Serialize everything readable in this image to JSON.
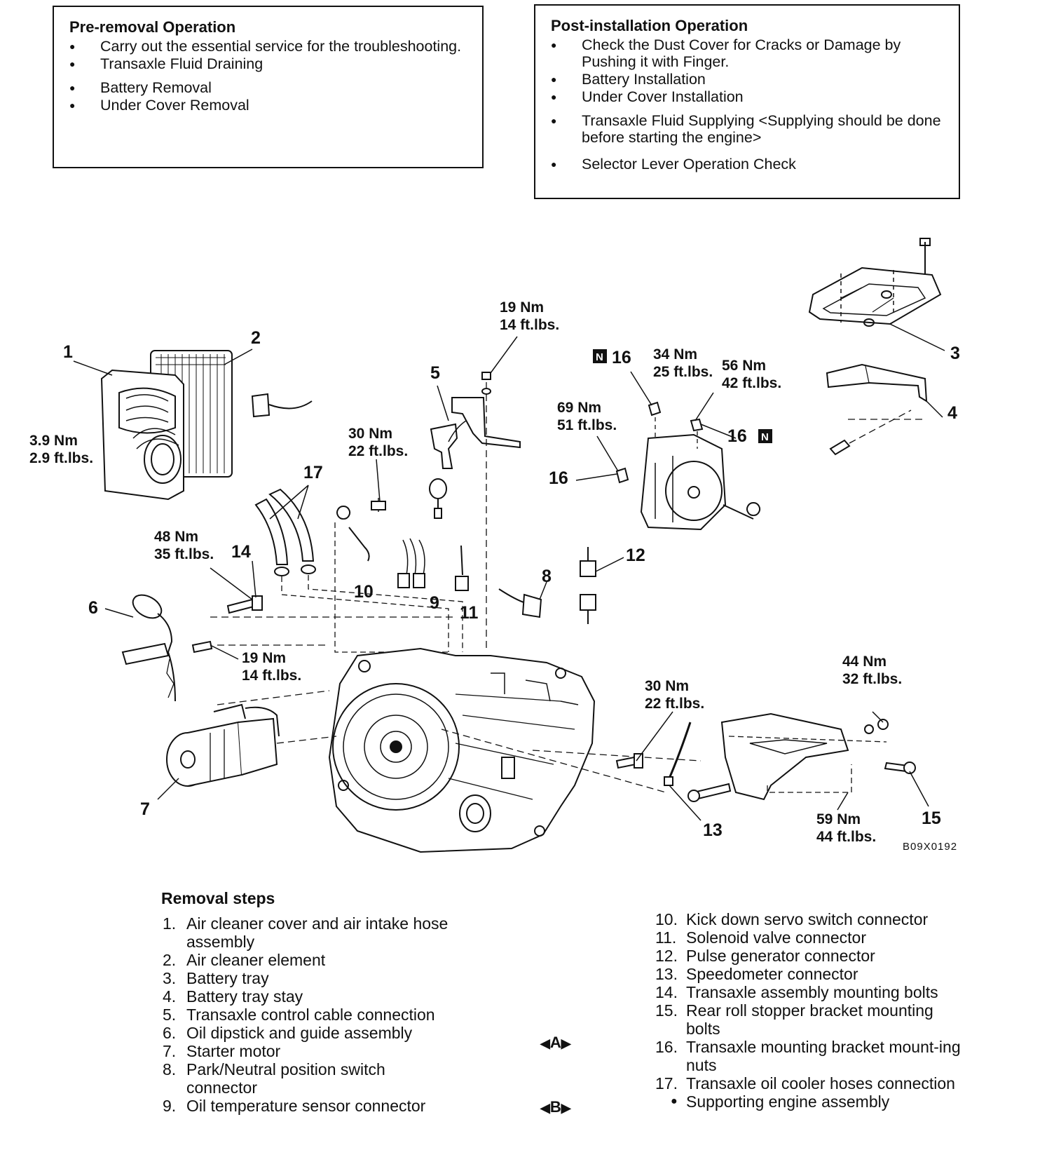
{
  "pre_removal": {
    "title": "Pre-removal Operation",
    "items": [
      "Carry out the essential service for the troubleshooting.",
      "Transaxle Fluid Draining",
      "Battery Removal",
      "Under Cover Removal"
    ]
  },
  "post_installation": {
    "title": "Post-installation Operation",
    "items": [
      "Check the Dust Cover for Cracks or Damage by Pushing it with Finger.",
      "Battery Installation",
      "Under Cover Installation",
      "Transaxle Fluid Supplying <Supplying should be done before starting the engine>",
      "Selector Lever Operation Check"
    ]
  },
  "diagram": {
    "code": "B09X0192",
    "torques": {
      "t1": [
        "3.9 Nm",
        "2.9 ft.lbs."
      ],
      "t5": [
        "19 Nm",
        "14 ft.lbs."
      ],
      "t_cable": [
        "30 Nm",
        "22 ft.lbs."
      ],
      "t16a": [
        "34 Nm",
        "25 ft.lbs."
      ],
      "t16b": [
        "56 Nm",
        "42 ft.lbs."
      ],
      "t16c": [
        "69 Nm",
        "51 ft.lbs."
      ],
      "t14": [
        "48 Nm",
        "35 ft.lbs."
      ],
      "t6": [
        "19 Nm",
        "14 ft.lbs."
      ],
      "t13": [
        "30 Nm",
        "22 ft.lbs."
      ],
      "t15a": [
        "44 Nm",
        "32 ft.lbs."
      ],
      "t15b": [
        "59 Nm",
        "44 ft.lbs."
      ]
    },
    "callouts": [
      "1",
      "2",
      "3",
      "4",
      "5",
      "6",
      "7",
      "8",
      "9",
      "10",
      "11",
      "12",
      "13",
      "14",
      "15",
      "16",
      "16",
      "16",
      "17"
    ],
    "n_mark": "N"
  },
  "removal": {
    "title": "Removal steps",
    "left": [
      {
        "n": "1.",
        "text": "Air cleaner cover and air intake hose assembly"
      },
      {
        "n": "2.",
        "text": "Air cleaner element"
      },
      {
        "n": "3.",
        "text": "Battery tray"
      },
      {
        "n": "4.",
        "text": "Battery tray stay"
      },
      {
        "n": "5.",
        "text": "Transaxle control cable connection"
      },
      {
        "n": "6.",
        "text": "Oil dipstick and guide assembly"
      },
      {
        "n": "7.",
        "text": "Starter motor"
      },
      {
        "n": "8.",
        "text": "Park/Neutral position switch connector"
      },
      {
        "n": "9.",
        "text": "Oil temperature sensor connector"
      }
    ],
    "right": [
      {
        "n": "10.",
        "text": "Kick down servo switch connector"
      },
      {
        "n": "11.",
        "text": "Solenoid valve connector"
      },
      {
        "n": "12.",
        "text": "Pulse generator connector"
      },
      {
        "n": "13.",
        "text": "Speedometer connector"
      },
      {
        "n": "14.",
        "text": "Transaxle assembly mounting bolts"
      },
      {
        "n": "15.",
        "text": "Rear roll stopper bracket mounting bolts"
      },
      {
        "n": "16.",
        "text": "Transaxle mounting bracket mount-ing nuts"
      },
      {
        "n": "17.",
        "text": "Transaxle oil cooler hoses connection"
      },
      {
        "n": "●",
        "text": "Supporting engine assembly"
      }
    ],
    "markers": [
      "A",
      "B"
    ]
  }
}
